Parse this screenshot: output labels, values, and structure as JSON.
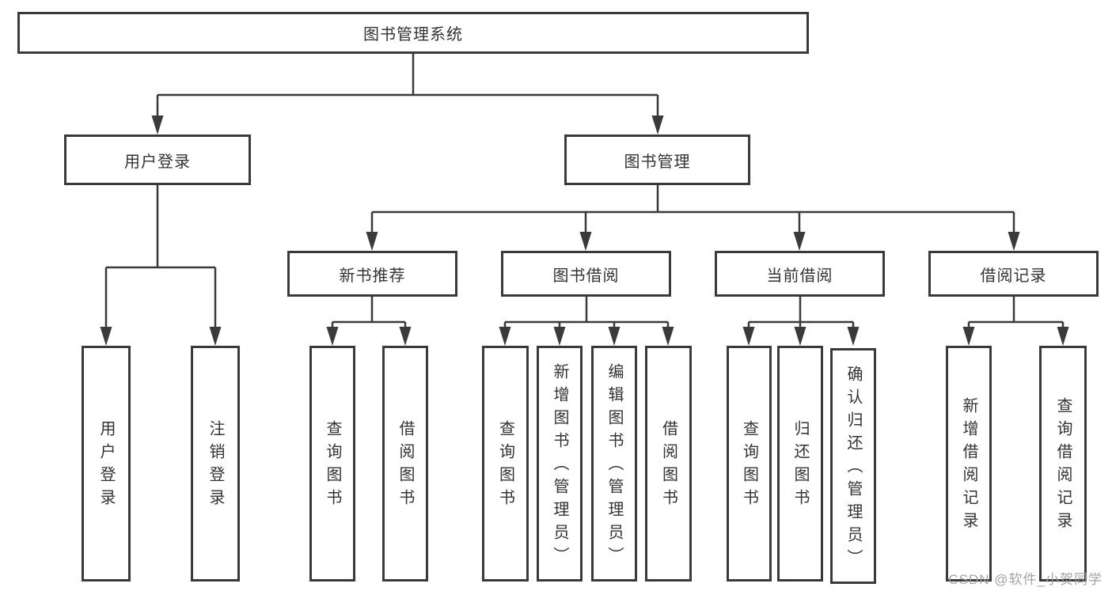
{
  "nodes": {
    "root": "图书管理系统",
    "user_login": "用户登录",
    "book_mgmt": "图书管理",
    "new_book_rec": "新书推荐",
    "book_borrow": "图书借阅",
    "current_borrow": "当前借阅",
    "borrow_records": "借阅记录",
    "leaf_user_login": "用户登录",
    "leaf_logout": "注销登录",
    "leaf_query_book_a": "查询图书",
    "leaf_borrow_book_a": "借阅图书",
    "leaf_query_book_b": "查询图书",
    "leaf_add_book": "新增图书（管理员）",
    "leaf_edit_book": "编辑图书（管理员）",
    "leaf_borrow_book_b": "借阅图书",
    "leaf_query_book_c": "查询图书",
    "leaf_return_book": "归还图书",
    "leaf_confirm_return": "确认归还（管理员）",
    "leaf_add_record": "新增借阅记录",
    "leaf_query_record": "查询借阅记录"
  },
  "tree": {
    "label": "图书管理系统",
    "children": [
      {
        "label": "用户登录",
        "children": [
          {
            "label": "用户登录"
          },
          {
            "label": "注销登录"
          }
        ]
      },
      {
        "label": "图书管理",
        "children": [
          {
            "label": "新书推荐",
            "children": [
              {
                "label": "查询图书"
              },
              {
                "label": "借阅图书"
              }
            ]
          },
          {
            "label": "图书借阅",
            "children": [
              {
                "label": "查询图书"
              },
              {
                "label": "新增图书（管理员）"
              },
              {
                "label": "编辑图书（管理员）"
              },
              {
                "label": "借阅图书"
              }
            ]
          },
          {
            "label": "当前借阅",
            "children": [
              {
                "label": "查询图书"
              },
              {
                "label": "归还图书"
              },
              {
                "label": "确认归还（管理员）"
              }
            ]
          },
          {
            "label": "借阅记录",
            "children": [
              {
                "label": "新增借阅记录"
              },
              {
                "label": "查询借阅记录"
              }
            ]
          }
        ]
      }
    ]
  },
  "watermark": "CSDN @软件_小贺同学",
  "colors": {
    "line": "#3a3a3a",
    "box_border": "#3a3a3a",
    "box_fill": "#ffffff",
    "text": "#333333",
    "watermark": "#9e9e9e",
    "background": "#ffffff"
  }
}
